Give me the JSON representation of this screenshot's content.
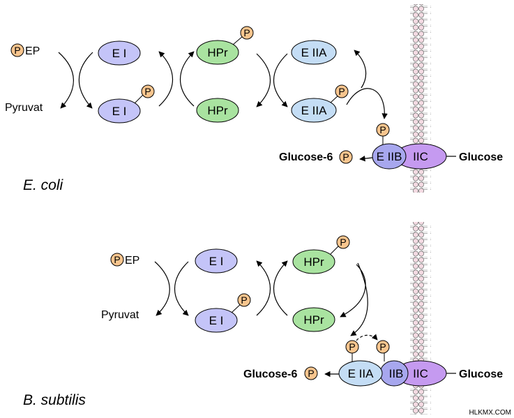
{
  "ecoli": {
    "species": "E. coli",
    "pep": {
      "p": "P",
      "rest": "EP"
    },
    "pyruvat": "Pyruvat",
    "e1": "E I",
    "hpr": "HPr",
    "e2a": "E IIA",
    "e2b": "E IIB",
    "iic": "IIC",
    "p": "P",
    "glucose6": "Glucose-6",
    "glucose": "Glucose"
  },
  "bsubtilis": {
    "species": "B. subtilis",
    "pep": {
      "p": "P",
      "rest": "EP"
    },
    "pyruvat": "Pyruvat",
    "e1": "E I",
    "hpr": "HPr",
    "e2a": "E IIA",
    "iib": "IIB",
    "iic": "IIC",
    "p": "P",
    "glucose6": "Glucose-6",
    "glucose": "Glucose"
  },
  "watermark": "HLKMX.COM",
  "colors": {
    "e1": "#c4c4f8",
    "hpr": "#a9e3a0",
    "e2a": "#c4ddf5",
    "iic": "#c59af0",
    "phosphate": "#f8c58e",
    "lipid_head": "#f4dbe3"
  }
}
